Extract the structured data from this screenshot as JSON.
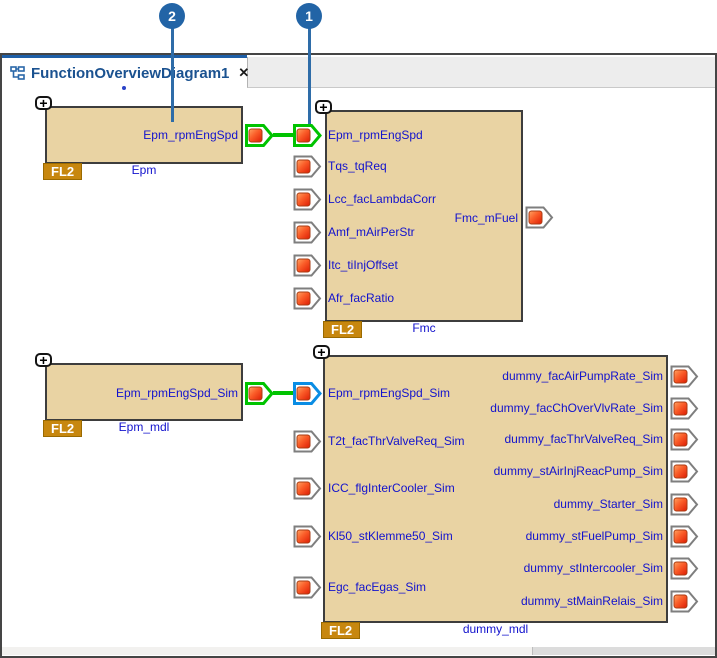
{
  "tab": {
    "title": "FunctionOverviewDiagram1",
    "close_glyph": "✕"
  },
  "callouts": [
    {
      "number": "1"
    },
    {
      "number": "2"
    }
  ],
  "glyphs": {
    "plus": "+"
  },
  "blocks": [
    {
      "name": "Epm",
      "badge": "FL2",
      "outputs": [
        {
          "label": "Epm_rpmEngSpd",
          "highlight": "green"
        }
      ]
    },
    {
      "name": "Fmc",
      "badge": "FL2",
      "inputs": [
        {
          "label": "Epm_rpmEngSpd",
          "highlight": "green"
        },
        {
          "label": "Tqs_tqReq"
        },
        {
          "label": "Lcc_facLambdaCorr"
        },
        {
          "label": "Amf_mAirPerStr"
        },
        {
          "label": "Itc_tiInjOffset"
        },
        {
          "label": "Afr_facRatio"
        }
      ],
      "outputs": [
        {
          "label": "Fmc_mFuel"
        }
      ]
    },
    {
      "name": "Epm_mdl",
      "badge": "FL2",
      "outputs": [
        {
          "label": "Epm_rpmEngSpd_Sim",
          "highlight": "green"
        }
      ]
    },
    {
      "name": "dummy_mdl",
      "badge": "FL2",
      "inputs": [
        {
          "label": "Epm_rpmEngSpd_Sim",
          "highlight": "blue"
        },
        {
          "label": "T2t_facThrValveReq_Sim"
        },
        {
          "label": "ICC_flgInterCooler_Sim"
        },
        {
          "label": "Kl50_stKlemme50_Sim"
        },
        {
          "label": "Egc_facEgas_Sim"
        }
      ],
      "outputs": [
        {
          "label": "dummy_facAirPumpRate_Sim"
        },
        {
          "label": "dummy_facChOverVlvRate_Sim"
        },
        {
          "label": "dummy_facThrValveReq_Sim"
        },
        {
          "label": "dummy_stAirInjReacPump_Sim"
        },
        {
          "label": "dummy_Starter_Sim"
        },
        {
          "label": "dummy_stFuelPump_Sim"
        },
        {
          "label": "dummy_stIntercooler_Sim"
        },
        {
          "label": "dummy_stMainRelais_Sim"
        }
      ]
    }
  ],
  "colors": {
    "block_fill": "#e9d3a3",
    "badge_orange": "#c7870f",
    "label_blue": "#1212cd",
    "highlight_green": "#00c300",
    "highlight_blue": "#0a8de4",
    "balloon_blue": "#2264a6",
    "tab_accent": "#1e5fa7",
    "port_red": "#e83010"
  }
}
